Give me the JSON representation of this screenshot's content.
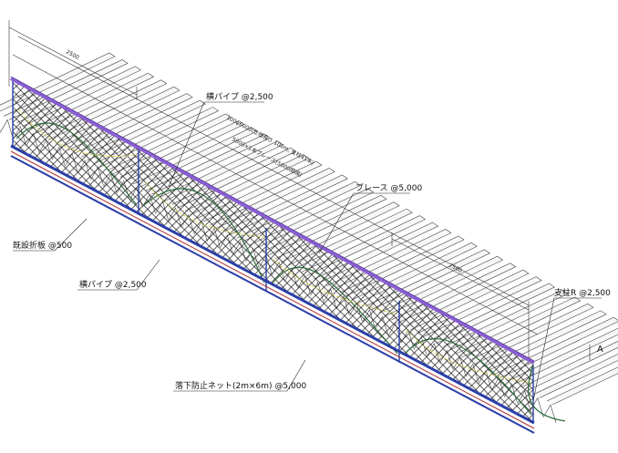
{
  "labels": {
    "yoko_pipe_top": "横パイプ @2,500",
    "brace": "ブレース @5,000",
    "existing_folded_plate": "既設折板 @500",
    "yoko_pipe_bottom": "横パイプ @2,500",
    "fall_prevention_net": "落下防止ネット(2m×6m) @5,000",
    "post_r": "支柱R @2,500",
    "section_marker": "A"
  },
  "dimensions": {
    "dim_2500_top": "2500",
    "dim_2500_right": "2500",
    "dim_pipe_length": "100φ6000(仕様長さ 100m, 支柱41本)",
    "dim_brace": "5000×1本ブレース(5000間隔)"
  },
  "colors": {
    "top_rail": "#8a5fd1",
    "bottom_rail": "#2b3fa8",
    "net": "#1a1a1a",
    "brace_line": "#d9d24a",
    "red_line": "#b03030",
    "green_wire": "#2e6b3a",
    "roof_line": "#333333"
  }
}
